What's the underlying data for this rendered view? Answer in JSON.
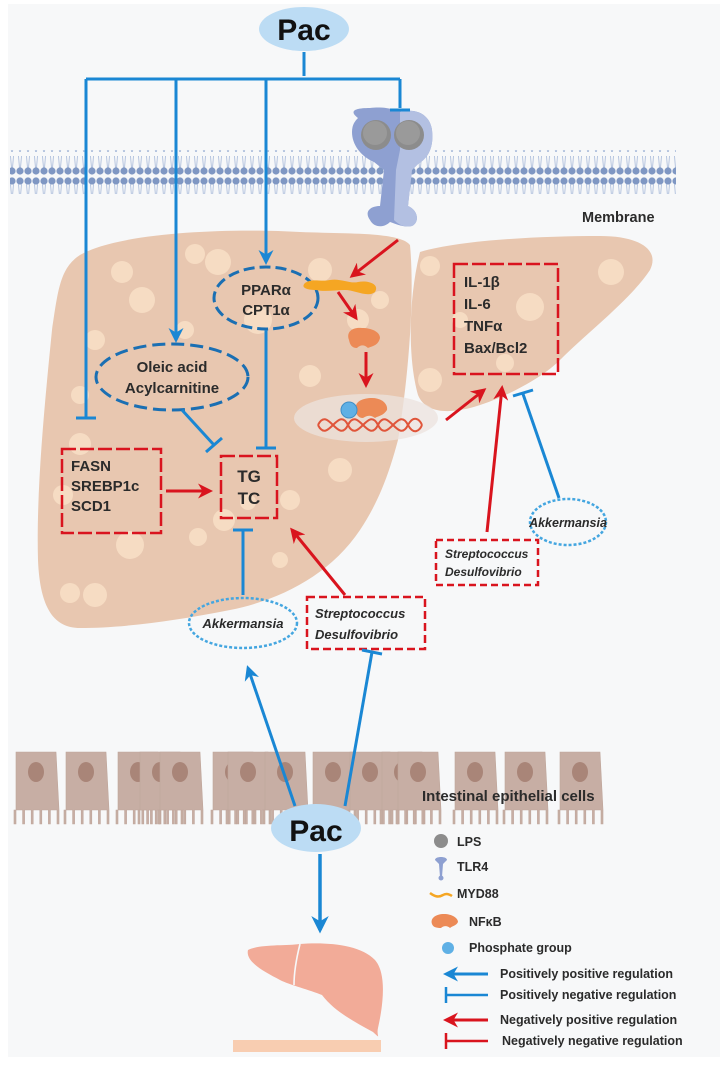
{
  "figure": {
    "title": "Pac regulation of hepatic lipid metabolism, inflammation and gut microbiota",
    "colors": {
      "background": "#f7f8f9",
      "liver": "#e8c7b0",
      "liver_spots": "#f6dcc3",
      "liver_small": "#f2ab98",
      "membrane_heads": "#7f97c3",
      "membrane_tails": "#b8c6df",
      "receptor": "#8ea0d1",
      "lps": "#8c8c8c",
      "myd88": "#f5a623",
      "nfkb": "#ec8a56",
      "phosphate": "#5fb0e5",
      "dna": "#e0553a",
      "pac_bubble": "#bcdcf4",
      "positive_blue": "#1a87d4",
      "negative_blue": "#1a87d4",
      "positive_red": "#d9141e",
      "negative_red": "#d9141e",
      "enterocyte": "#c7aea4",
      "enterocyte_nucleus": "#a98578"
    }
  },
  "labels": {
    "pac_top": "Pac",
    "pac_bottom": "Pac",
    "membrane": "Membrane",
    "intestinal": "Intestinal epithelial cells",
    "ppar_box": [
      "PPARα",
      "CPT1α"
    ],
    "oleic_box": [
      "Oleic acid",
      "Acylcarnitine"
    ],
    "fasn_box": [
      "FASN",
      "SREBP1c",
      "SCD1"
    ],
    "tg_box": [
      "TG",
      "TC"
    ],
    "inflam_box": [
      "IL-1β",
      "IL-6",
      "TNFα",
      "Bax/Bcl2"
    ],
    "akkermansia_left": "Akkermansia",
    "akkermansia_right": "Akkermansia",
    "strep_left": [
      "Streptococcus",
      "Desulfovibrio"
    ],
    "strep_right": [
      "Streptococcus",
      "Desulfovibrio"
    ]
  },
  "legend": {
    "items": [
      {
        "icon": "lps-icon",
        "label": "LPS"
      },
      {
        "icon": "tlr4-icon",
        "label": "TLR4"
      },
      {
        "icon": "myd88-icon",
        "label": "MYD88"
      },
      {
        "icon": "nfkb-icon",
        "label": "NFκB"
      },
      {
        "icon": "phosphate-icon",
        "label": "Phosphate group"
      },
      {
        "icon": "blue-arrow-icon",
        "label": "Positively positive regulation"
      },
      {
        "icon": "blue-inhibit-icon",
        "label": "Positively negative regulation"
      },
      {
        "icon": "red-arrow-icon",
        "label": "Negatively positive regulation"
      },
      {
        "icon": "red-inhibit-icon",
        "label": "Negatively negative regulation"
      }
    ]
  }
}
